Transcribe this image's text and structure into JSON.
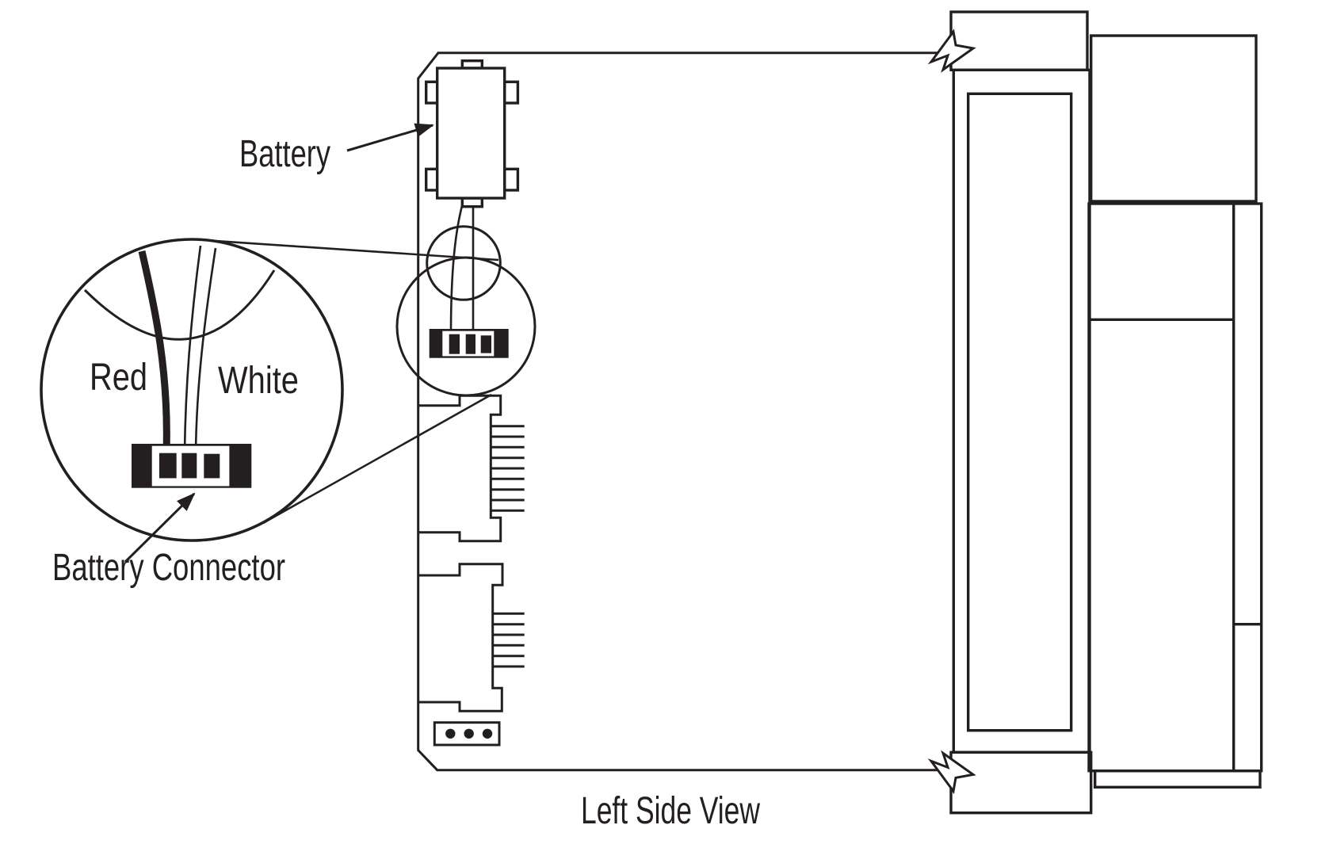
{
  "figure": {
    "caption": "Left Side View",
    "background_color": "#ffffff",
    "ink_color": "#231f20"
  },
  "callouts": {
    "battery": "Battery",
    "battery_connector": "Battery Connector"
  },
  "magnified_view": {
    "red_wire_label": "Red",
    "white_wire_label": "White",
    "connector_pin_count": 3
  },
  "board": {
    "upper_connector_teeth": 9,
    "lower_connector_teeth": 6,
    "solder_pad_count": 3
  }
}
